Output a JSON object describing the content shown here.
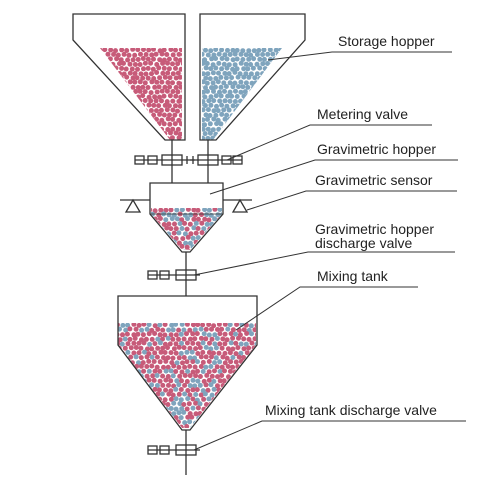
{
  "diagram": {
    "labels": {
      "storage_hopper": "Storage hopper",
      "metering_valve": "Metering valve",
      "gravimetric_hopper": "Gravimetric hopper",
      "gravimetric_sensor": "Gravimetric sensor",
      "gravimetric_hopper_discharge_valve_line1": "Gravimetric hopper",
      "gravimetric_hopper_discharge_valve_line2": "discharge valve",
      "mixing_tank": "Mixing tank",
      "mixing_tank_discharge_valve": "Mixing tank discharge valve"
    },
    "colors": {
      "outline": "#333333",
      "leader_line": "#333333",
      "label_text": "#222222",
      "material_red": "#c75b79",
      "material_blue": "#7fa4bd",
      "background": "#ffffff"
    },
    "components": {
      "storage_hoppers": 2,
      "metering_valves": 2,
      "gravimetric_sensors": 2,
      "discharge_valves": 2
    }
  }
}
